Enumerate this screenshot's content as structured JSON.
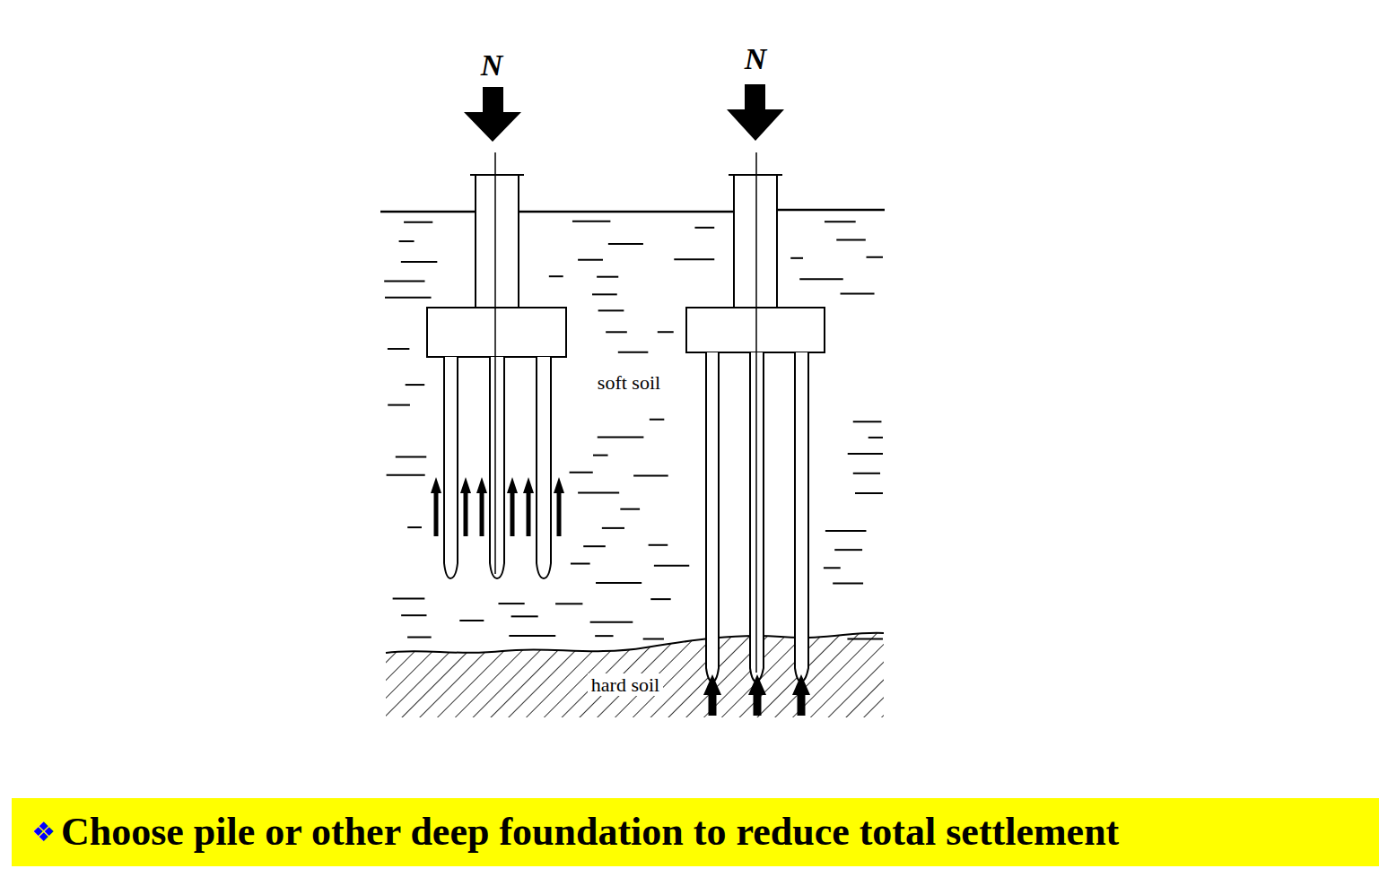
{
  "diagram": {
    "nodes": [
      {
        "text": [
          "❖",
          "Choose pile or other deep foundation to reduce total settlement"
        ]
      }
    ],
    "labels": [
      "N",
      "N",
      "soft soil",
      "hard soil"
    ]
  }
}
